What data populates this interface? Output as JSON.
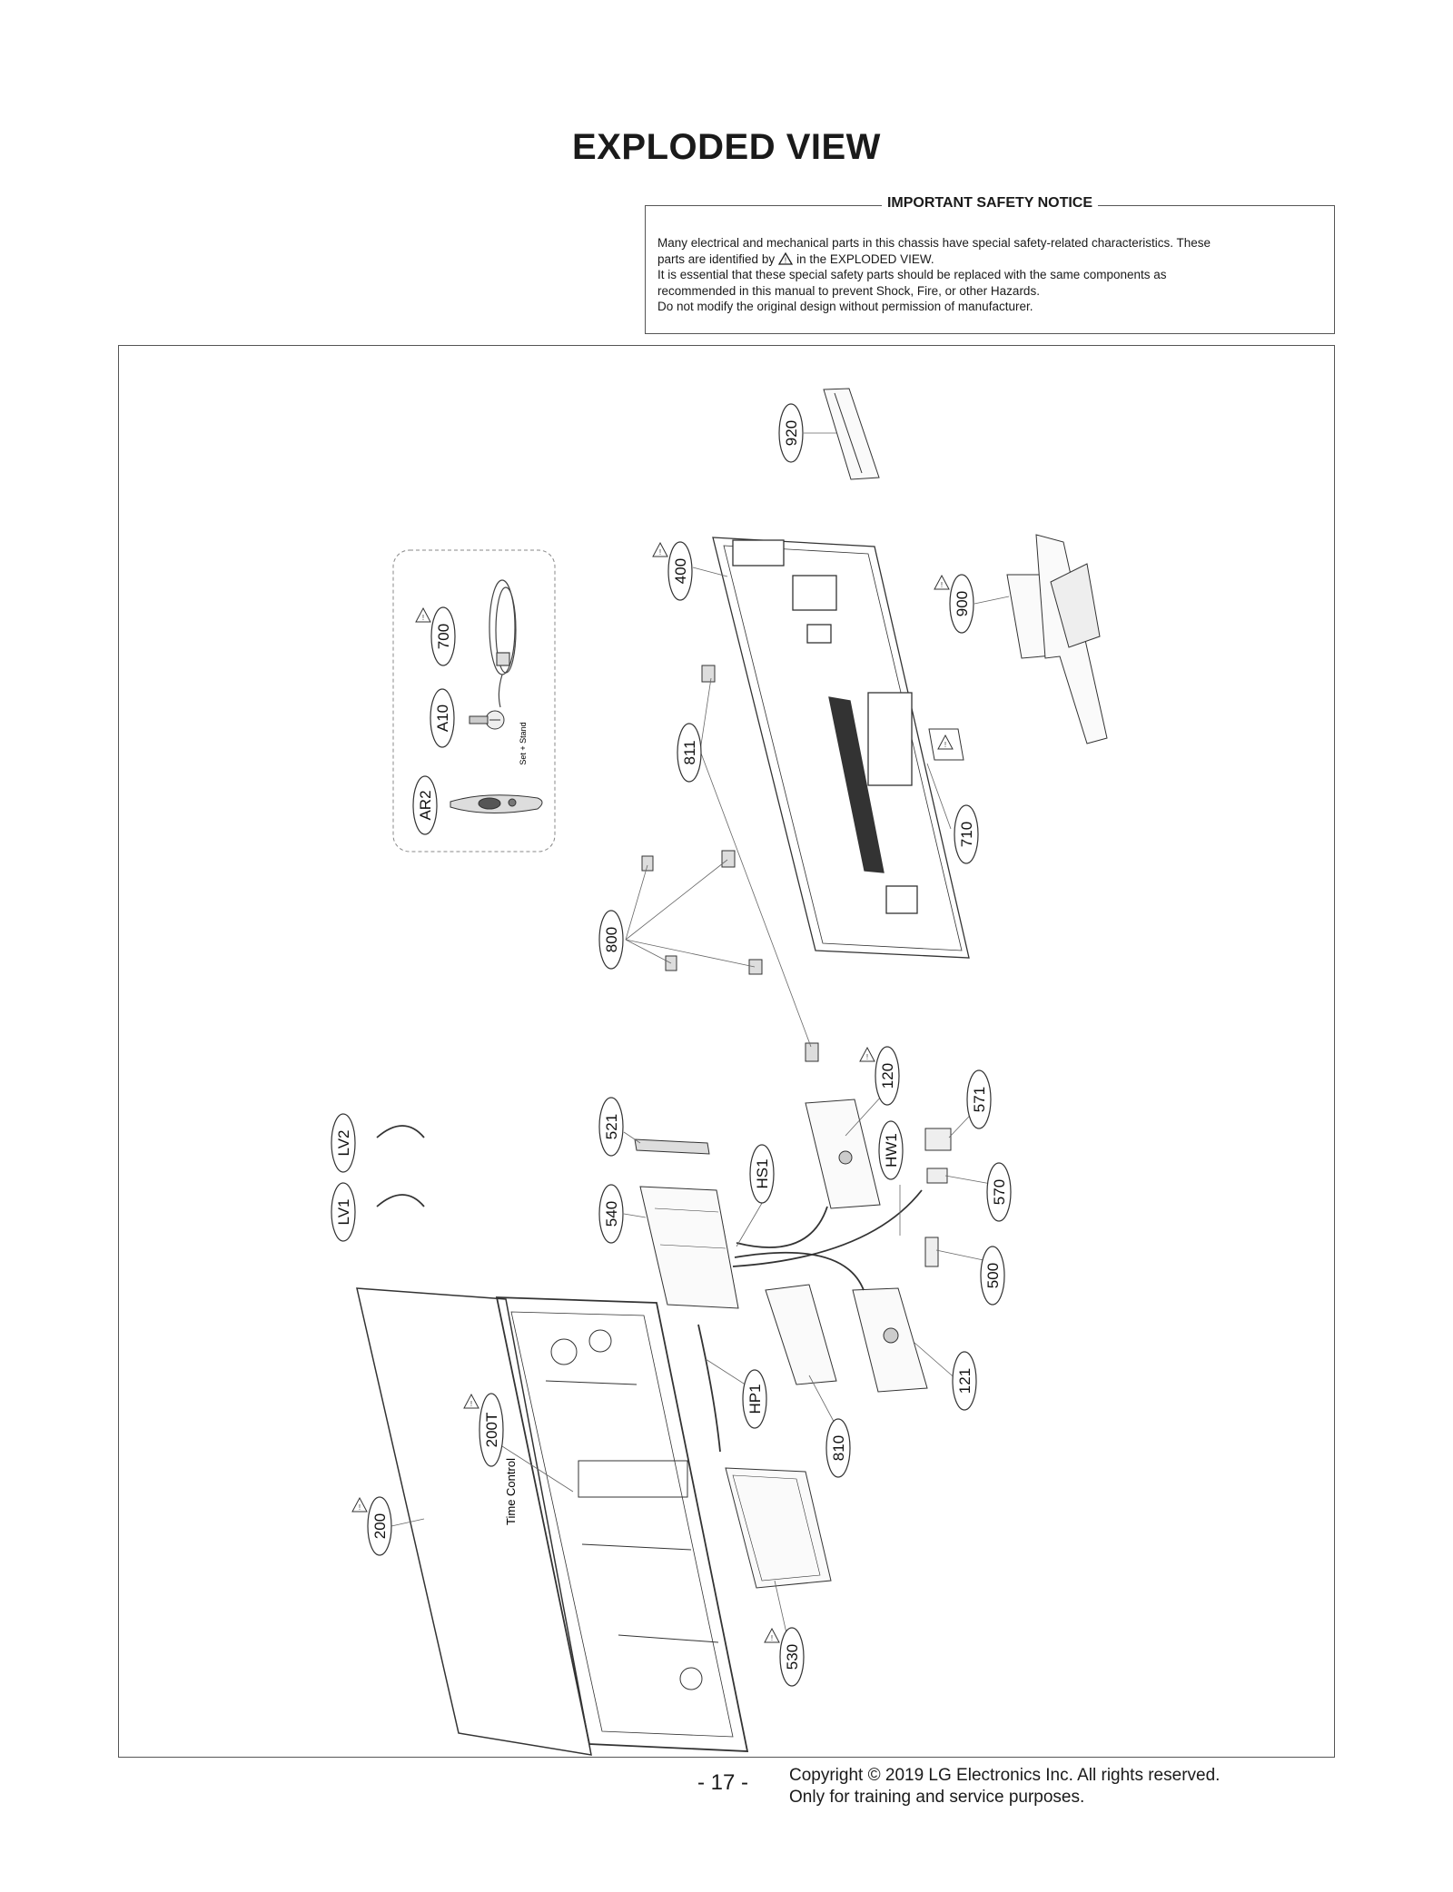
{
  "page": {
    "title": "EXPLODED VIEW",
    "page_number": "- 17 -",
    "copyright_line1": "Copyright © 2019 LG Electronics Inc. All rights reserved.",
    "copyright_line2": "Only for training and service purposes."
  },
  "notice": {
    "heading": "IMPORTANT SAFETY NOTICE",
    "line1": "Many electrical and mechanical parts in this chassis have special safety-related characteristics. These",
    "line2a": "parts are identified by",
    "line2b": "in the EXPLODED VIEW.",
    "line3": "It is essential that these special safety parts should be replaced with the same components as",
    "line4": "recommended in this manual to prevent Shock, Fire, or other Hazards.",
    "line5": "Do not modify the original design without permission of manufacturer."
  },
  "diagram": {
    "labels": {
      "p920": "920",
      "p400": "400",
      "p900": "900",
      "p700": "700",
      "pA10": "A10",
      "pAR2": "AR2",
      "p811": "811",
      "p710": "710",
      "p800": "800",
      "p120": "120",
      "p521": "521",
      "p571": "571",
      "pLV2": "LV2",
      "pLV1": "LV1",
      "pHS1": "HS1",
      "pHW1": "HW1",
      "p570": "570",
      "p540": "540",
      "p500": "500",
      "pHP1": "HP1",
      "p121": "121",
      "p200T": "200T",
      "p810": "810",
      "p200": "200",
      "p530": "530"
    },
    "set_stand_text": "Set + Stand",
    "time_control_text": "Time Control"
  }
}
